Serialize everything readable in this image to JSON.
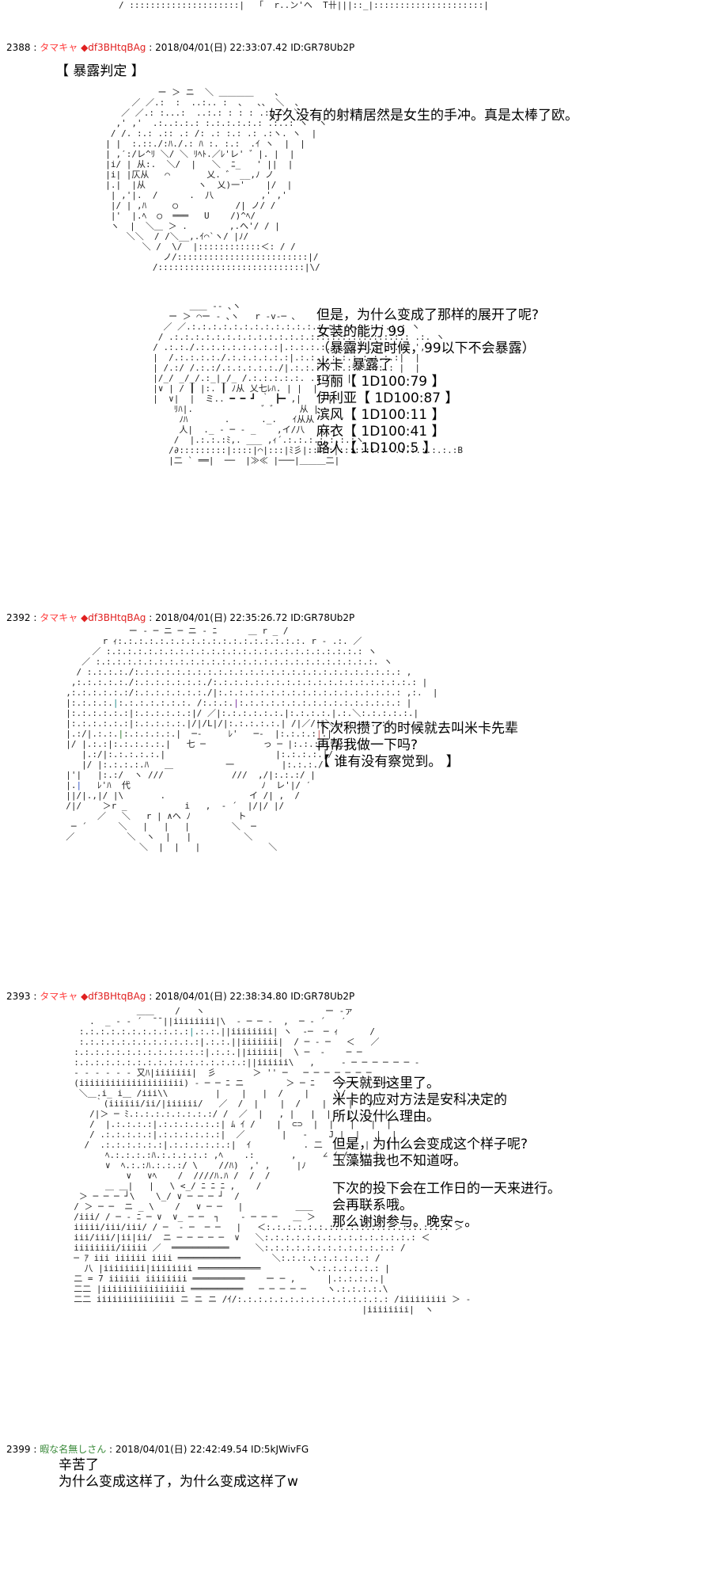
{
  "top_fragment": "/ :::::::::::::::::::::|  「  r..ン'ヘ  T卄|||::_|:::::::::::::::::::::|",
  "posts": [
    {
      "number": "2388",
      "name": "タマキャ",
      "diamond": "◆",
      "trip": "df3BHtqBAg",
      "meta": "2018/04/01(日) 22:33:07.42 ID:GR78Ub2P",
      "lines": [
        "【 暴露判定 】"
      ],
      "side_text": [
        "好久没有的射精居然是女生的手冲。真是太棒了欧。"
      ],
      "second_side_text": [
        "但是，为什么变成了那样的展开了呢?",
        "女装的能力 99",
        "（暴露判定时候，99以下不会暴露）",
        "米卡  暴露了",
        "玛丽【 1D100:79 】",
        "伊利亚【 1D100:87 】",
        "滨风【 1D100:11 】",
        "麻衣【 1D100:41 】",
        "路人【 1D100:5 】"
      ]
    },
    {
      "number": "2392",
      "name": "タマキャ",
      "diamond": "◆",
      "trip": "df3BHtqBAg",
      "meta": "2018/04/01(日) 22:35:26.72 ID:GR78Ub2P",
      "side_text": [
        "下次积攒了的时候就去叫米卡先辈",
        "再帮我做一下吗?",
        "【 谁有没有察觉到。 】"
      ]
    },
    {
      "number": "2393",
      "name": "タマキャ",
      "diamond": "◆",
      "trip": "df3BHtqBAg",
      "meta": "2018/04/01(日) 22:38:34.80 ID:GR78Ub2P",
      "side_text": [
        "今天就到这里了。",
        "米卡的应对方法是安科决定的",
        "所以没什么理由。",
        "",
        "但是，为什么会变成这个样子呢?",
        "玉藻猫我也不知道呀。",
        "",
        "下次的投下会在工作日的一天来进行。",
        "会再联系哦。",
        "那么谢谢参与。晚安~。"
      ]
    },
    {
      "number": "2399",
      "name": "暇な名無しさん",
      "meta": "2018/04/01(日) 22:42:49.54 ID:5kJWivFG",
      "lines": [
        "辛苦了",
        "为什么变成这样了，为什么变成这样了w"
      ]
    }
  ],
  "colors": {
    "name": "#ff3b3b",
    "trip": "#e02020",
    "anon_name": "#3a8a3a",
    "text": "#000000"
  }
}
